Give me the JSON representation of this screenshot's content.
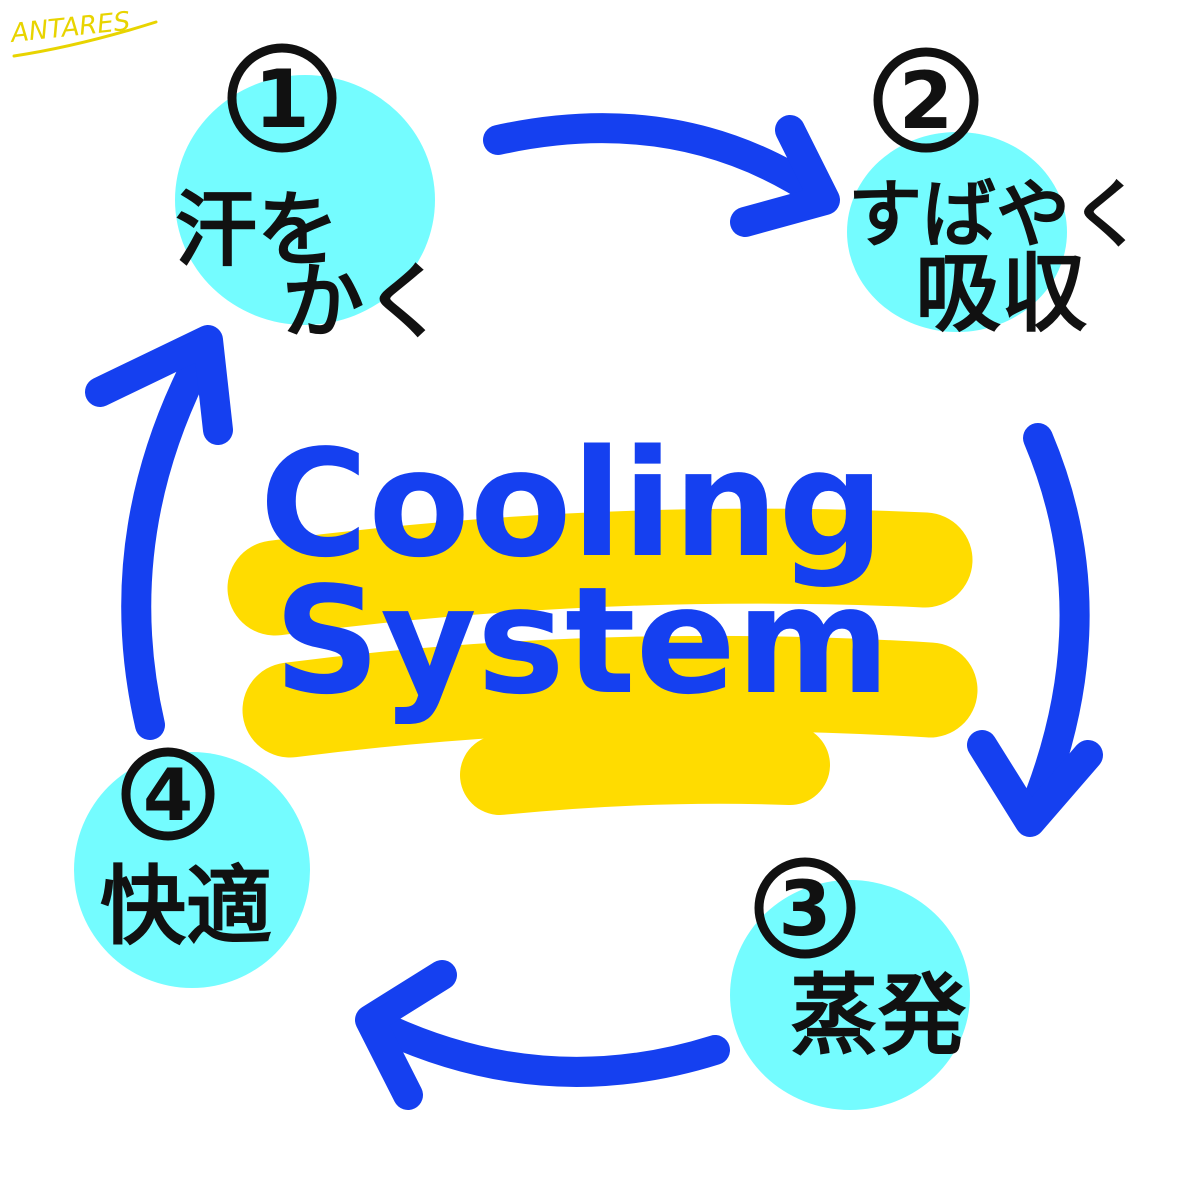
{
  "signature": "ANTARES",
  "title": {
    "line1": "Cooling",
    "line2": "System"
  },
  "steps": [
    {
      "number": "1",
      "line1": "汗を",
      "line2": "かく"
    },
    {
      "number": "2",
      "line1": "すばやく",
      "line2": "吸収"
    },
    {
      "number": "3",
      "line1": "蒸発",
      "line2": ""
    },
    {
      "number": "4",
      "line1": "快適",
      "line2": ""
    }
  ],
  "colors": {
    "arrow": "#1540f0",
    "bubble": "#74fcff",
    "highlight": "#ffdc00",
    "title": "#1540f0",
    "ink": "#111111",
    "signature": "#e8d400"
  },
  "icons": {
    "arrow": "curved-arrow",
    "number_badge": "circled-number"
  }
}
